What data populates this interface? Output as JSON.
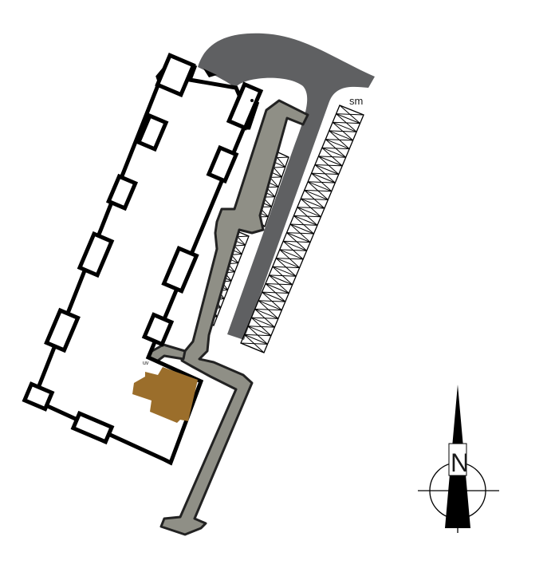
{
  "map": {
    "labels": {
      "sm": "sm",
      "uv": "uv",
      "north": "N"
    },
    "colors": {
      "background": "#ffffff",
      "building_outline": "#000000",
      "road": "#5f6062",
      "walkway": "#8f8f86",
      "walkway_edge": "#222222",
      "highlight_zone": "#9b6e2b",
      "hatch": "#000000"
    },
    "icons": [
      "north-arrow-icon",
      "compass-circle-icon"
    ]
  }
}
